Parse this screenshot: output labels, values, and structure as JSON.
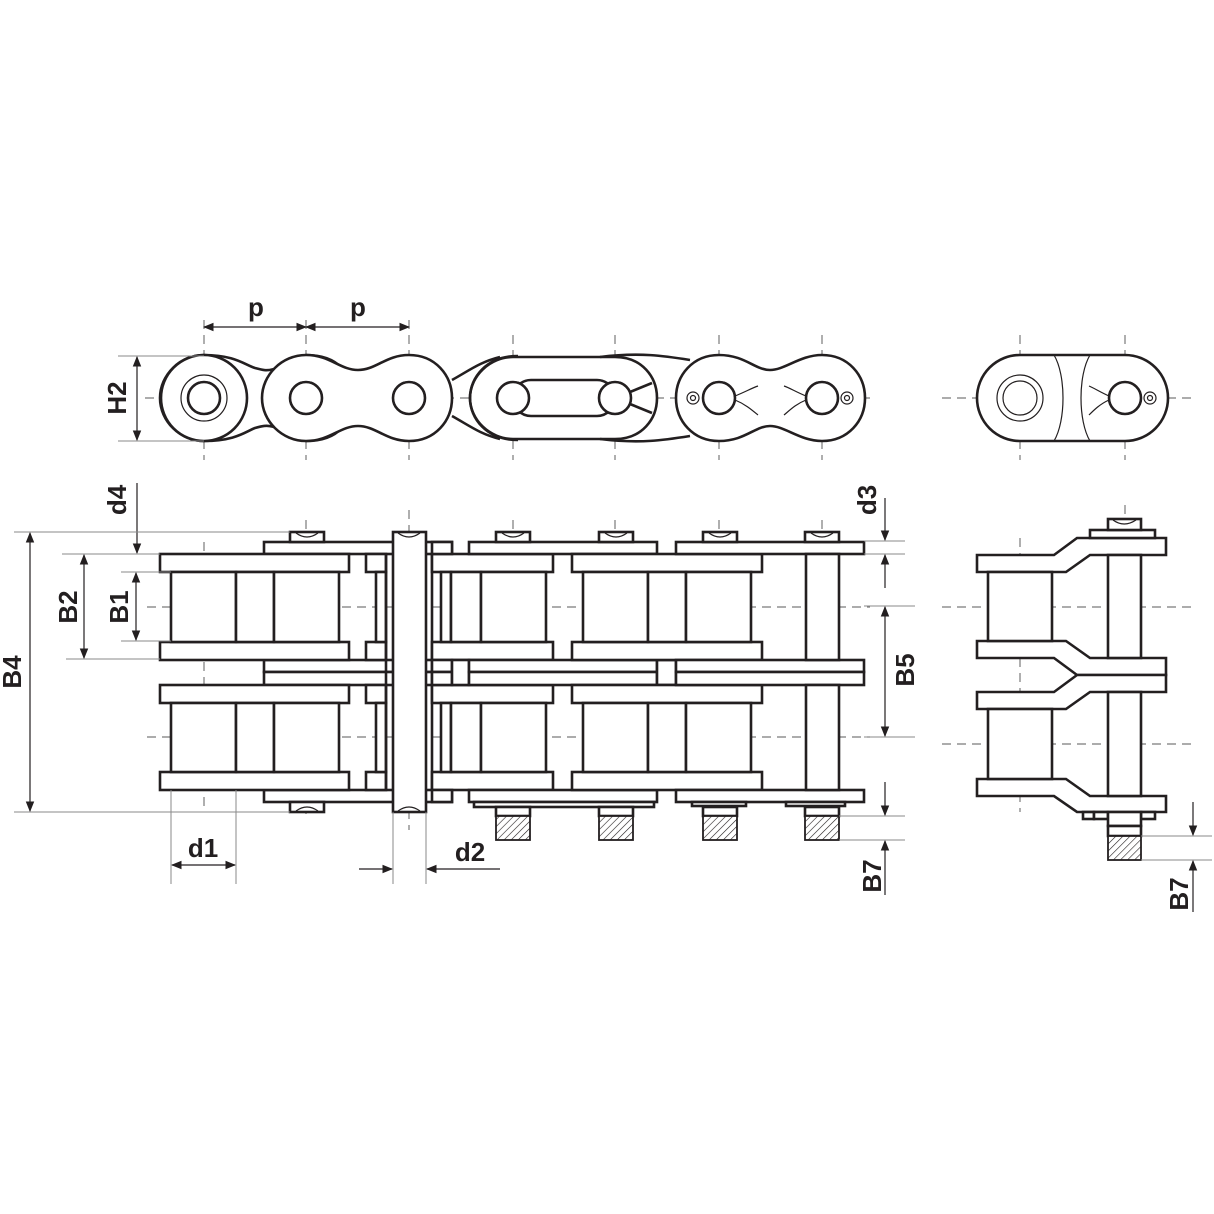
{
  "drawing": {
    "title": "Duplex roller chain dimension drawing",
    "views": [
      "side-view",
      "top-view",
      "end-view-side",
      "end-view-top"
    ]
  },
  "dimension_labels": {
    "p1": "p",
    "p2": "p",
    "h2": "H2",
    "d4": "d4",
    "d3": "d3",
    "b4": "B4",
    "b2": "B2",
    "b1": "B1",
    "b5": "B5",
    "d1": "d1",
    "d2": "d2",
    "b7_main": "B7",
    "b7_end": "B7"
  },
  "colors": {
    "line": "#231f20",
    "centerline": "#7a7a7a",
    "background": "#ffffff"
  }
}
